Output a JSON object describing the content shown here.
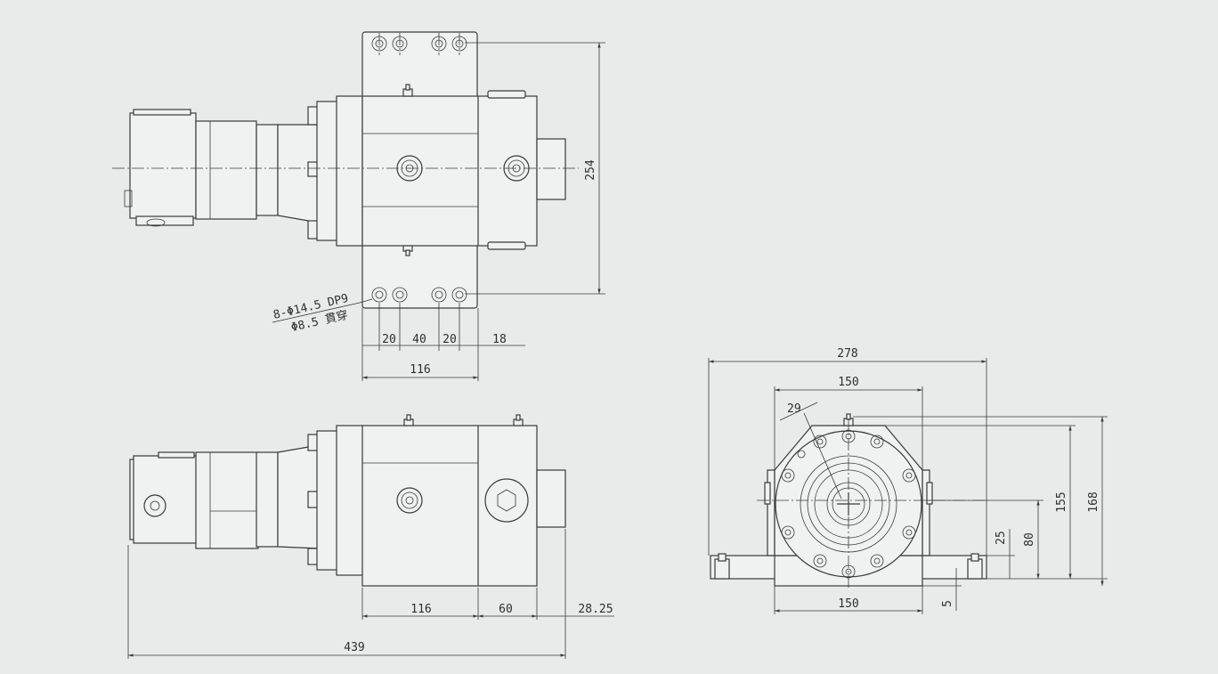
{
  "top_view": {
    "dim_height": "254",
    "dim_hole_spacing_1": "20",
    "dim_hole_spacing_2": "40",
    "dim_hole_spacing_3": "20",
    "dim_edge": "18",
    "dim_width": "116",
    "hole_note_line1": "8-Φ14.5 DP9",
    "hole_note_line2": "Φ8.5 貫穿"
  },
  "side_view": {
    "dim_body": "116",
    "dim_mid": "60",
    "dim_shaft": "28.25",
    "dim_total": "439"
  },
  "end_view": {
    "dim_overall_width": "278",
    "dim_flange_width": "150",
    "dim_angle": "29",
    "dim_height_total": "168",
    "dim_height_top": "155",
    "dim_center_height": "80",
    "dim_foot": "25",
    "dim_base": "5",
    "dim_base_width": "150"
  }
}
